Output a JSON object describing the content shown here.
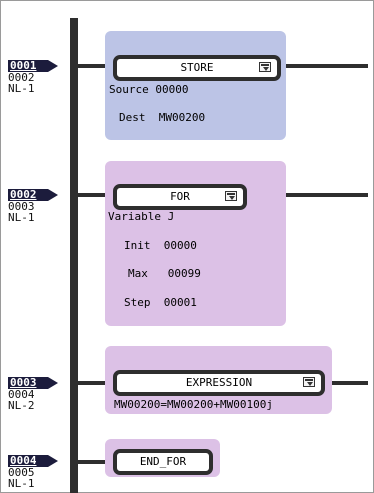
{
  "steps": [
    {
      "number": "0001",
      "next": "0002",
      "nest": "NL-1"
    },
    {
      "number": "0002",
      "next": "0003",
      "nest": "NL-1"
    },
    {
      "number": "0003",
      "next": "0004",
      "nest": "NL-2"
    },
    {
      "number": "0004",
      "next": "0005",
      "nest": "NL-1"
    }
  ],
  "blocks": {
    "store": {
      "title": "STORE",
      "source_label": "Source",
      "source_value": "00000",
      "dest_label": "Dest",
      "dest_value": "MW00200"
    },
    "for": {
      "title": "FOR",
      "variable_label": "Variable",
      "variable_value": "J",
      "init_label": "Init",
      "init_value": "00000",
      "max_label": "Max",
      "max_value": "00099",
      "step_label": "Step",
      "step_value": "00001"
    },
    "expression": {
      "title": "EXPRESSION",
      "formula": "MW00200=MW00200+MW00100j"
    },
    "end_for": {
      "title": "END_FOR"
    }
  },
  "colors": {
    "store_panel": "#bcc4e6",
    "for_panel": "#dcc1e6",
    "rail": "#2e2e2e",
    "step_marker": "#1c1c3c"
  }
}
